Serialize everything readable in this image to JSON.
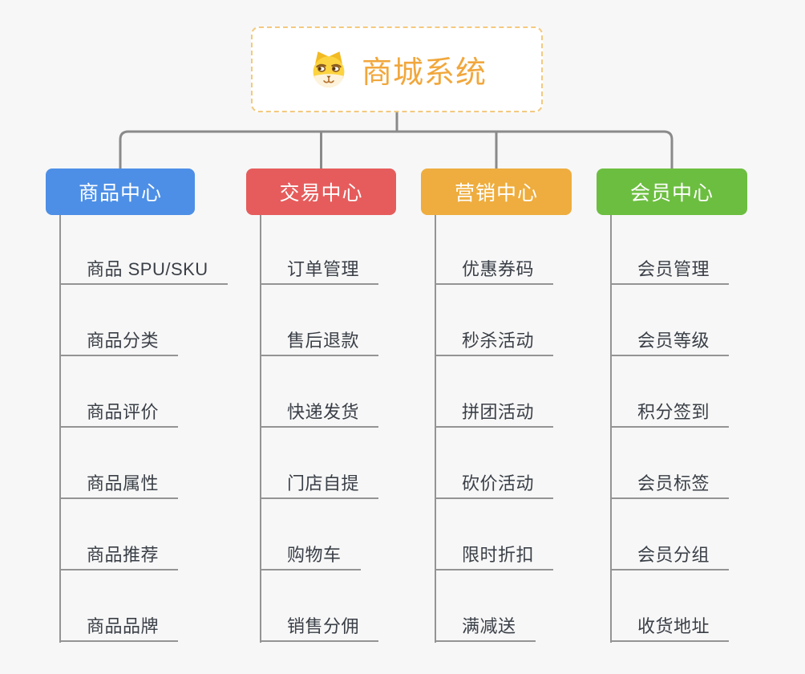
{
  "root": {
    "title": "商城系统",
    "icon": "dog-face-icon",
    "title_color": "#f1a73c",
    "border_color": "#f3c97f"
  },
  "connector_color": "#8a8a8a",
  "trunk_color": "#949494",
  "branches": [
    {
      "label": "商品中心",
      "color": "#4d8fe6",
      "items": [
        "商品 SPU/SKU",
        "商品分类",
        "商品评价",
        "商品属性",
        "商品推荐",
        "商品品牌"
      ]
    },
    {
      "label": "交易中心",
      "color": "#e65c5c",
      "items": [
        "订单管理",
        "售后退款",
        "快递发货",
        "门店自提",
        "购物车",
        "销售分佣"
      ]
    },
    {
      "label": "营销中心",
      "color": "#eead3e",
      "items": [
        "优惠券码",
        "秒杀活动",
        "拼团活动",
        "砍价活动",
        "限时折扣",
        "满减送"
      ]
    },
    {
      "label": "会员中心",
      "color": "#6cbe40",
      "items": [
        "会员管理",
        "会员等级",
        "积分签到",
        "会员标签",
        "会员分组",
        "收货地址"
      ]
    }
  ]
}
